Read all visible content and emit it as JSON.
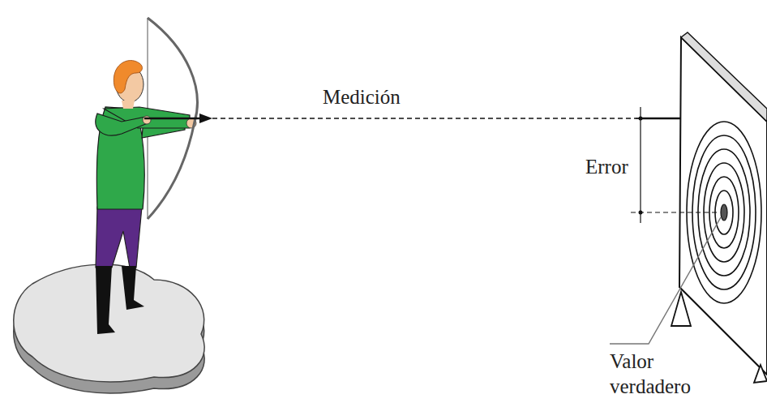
{
  "diagram": {
    "labels": [
      "Medición",
      "Error",
      "Valor verdadero"
    ]
  }
}
